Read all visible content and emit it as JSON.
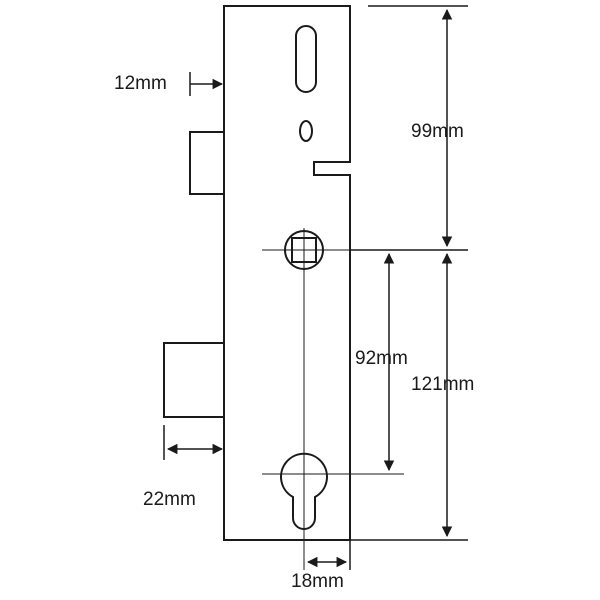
{
  "diagram": {
    "dimensions": {
      "backset_offset": "12mm",
      "follower_to_top": "99mm",
      "centres": "92mm",
      "follower_to_bottom": "121mm",
      "deadbolt_throw": "22mm",
      "faceplate_width": "18mm"
    },
    "parts": [
      "faceplate",
      "latch",
      "deadbolt",
      "follower",
      "euro-cylinder-cutout",
      "slot"
    ]
  }
}
